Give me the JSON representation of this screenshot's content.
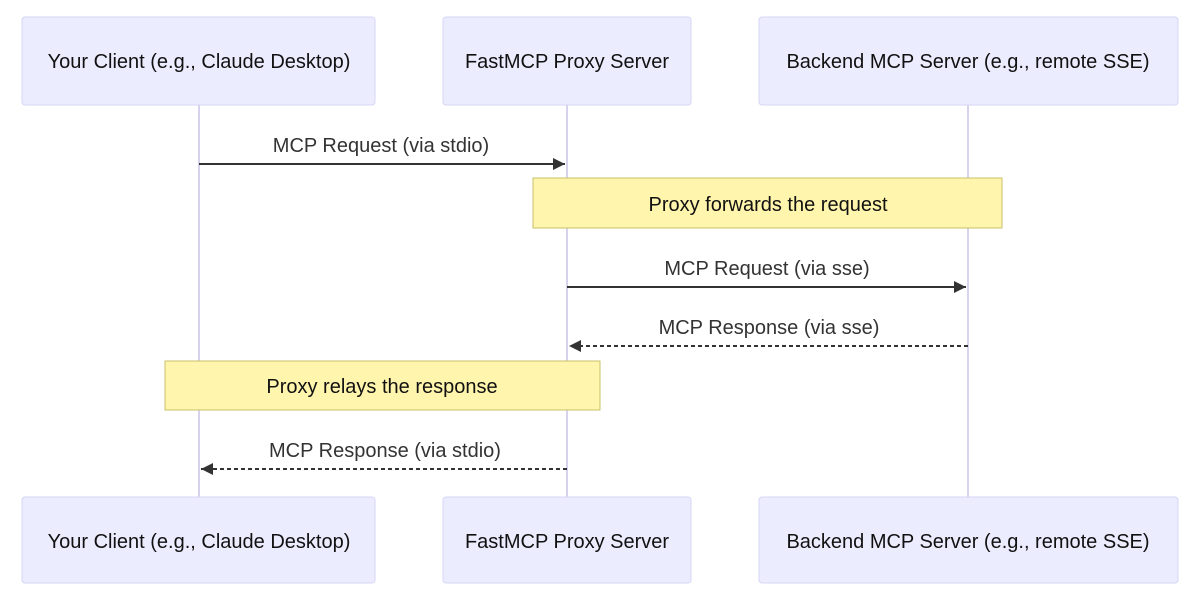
{
  "participants": [
    {
      "id": "client",
      "label": "Your Client (e.g., Claude Desktop)"
    },
    {
      "id": "proxy",
      "label": "FastMCP Proxy Server"
    },
    {
      "id": "backend",
      "label": "Backend MCP Server (e.g., remote SSE)"
    }
  ],
  "steps": [
    {
      "kind": "message",
      "from": "client",
      "to": "proxy",
      "label": "MCP Request (via stdio)",
      "style": "solid"
    },
    {
      "kind": "note",
      "over": [
        "proxy",
        "backend"
      ],
      "label": "Proxy forwards the request"
    },
    {
      "kind": "message",
      "from": "proxy",
      "to": "backend",
      "label": "MCP Request (via sse)",
      "style": "solid"
    },
    {
      "kind": "message",
      "from": "backend",
      "to": "proxy",
      "label": "MCP Response (via sse)",
      "style": "dashed"
    },
    {
      "kind": "note",
      "over": [
        "client",
        "proxy"
      ],
      "label": "Proxy relays the response"
    },
    {
      "kind": "message",
      "from": "proxy",
      "to": "client",
      "label": "MCP Response (via stdio)",
      "style": "dashed"
    }
  ],
  "colors": {
    "actor_fill": "#ececff",
    "actor_border": "#d6d6f5",
    "lifeline": "#d9d2ec",
    "note_fill": "#fff5ad",
    "note_border": "#c9c06a",
    "arrow": "#333333"
  }
}
